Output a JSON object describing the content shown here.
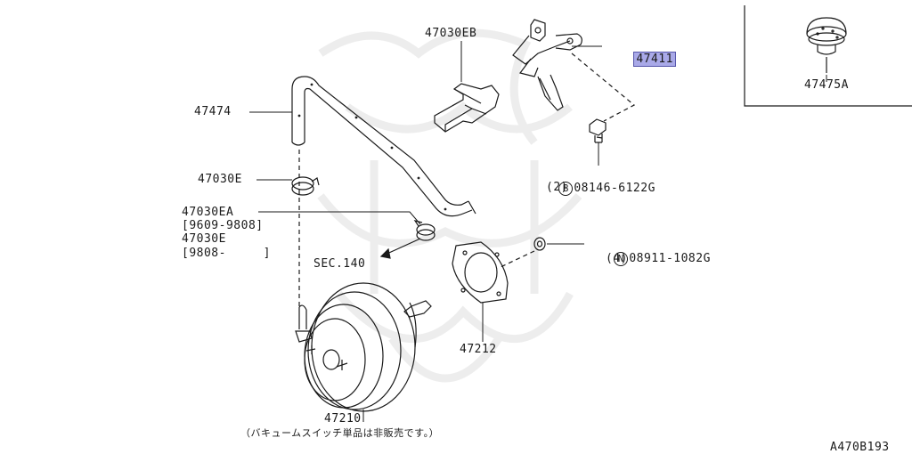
{
  "labels": {
    "p47030EB": "47030EB",
    "p47411": "47411",
    "p47474": "47474",
    "p47030E": "47030E",
    "p47030EA": "47030EA",
    "p47030EA_range": "[9609-9808]",
    "p47030E_b": "47030E",
    "p47030E_b_range": "[9808-     ]",
    "sec": "SEC.140",
    "p47212": "47212",
    "p47210": "47210",
    "p47475A": "47475A",
    "bolt_marker": "B",
    "bolt_part": "08146-6122G",
    "bolt_qty": "(2)",
    "nut_marker": "N",
    "nut_part": "08911-1082G",
    "nut_qty": "(4)",
    "note": "（バキュームスイッチ単品は非販売です。）",
    "diagram_id": "A470B193"
  },
  "colors": {
    "line": "#1a1a1a",
    "highlight": "#a9a9e8",
    "watermark": "#ececec"
  },
  "icons": {
    "bolt": "bolt-icon",
    "nut": "nut-icon",
    "grommet": "grommet-icon",
    "booster": "brake-booster-icon",
    "gasket": "gasket-icon",
    "hose": "vacuum-hose-icon",
    "clamp": "hose-clamp-icon",
    "switch": "vacuum-switch-icon",
    "bracket": "bracket-icon"
  }
}
